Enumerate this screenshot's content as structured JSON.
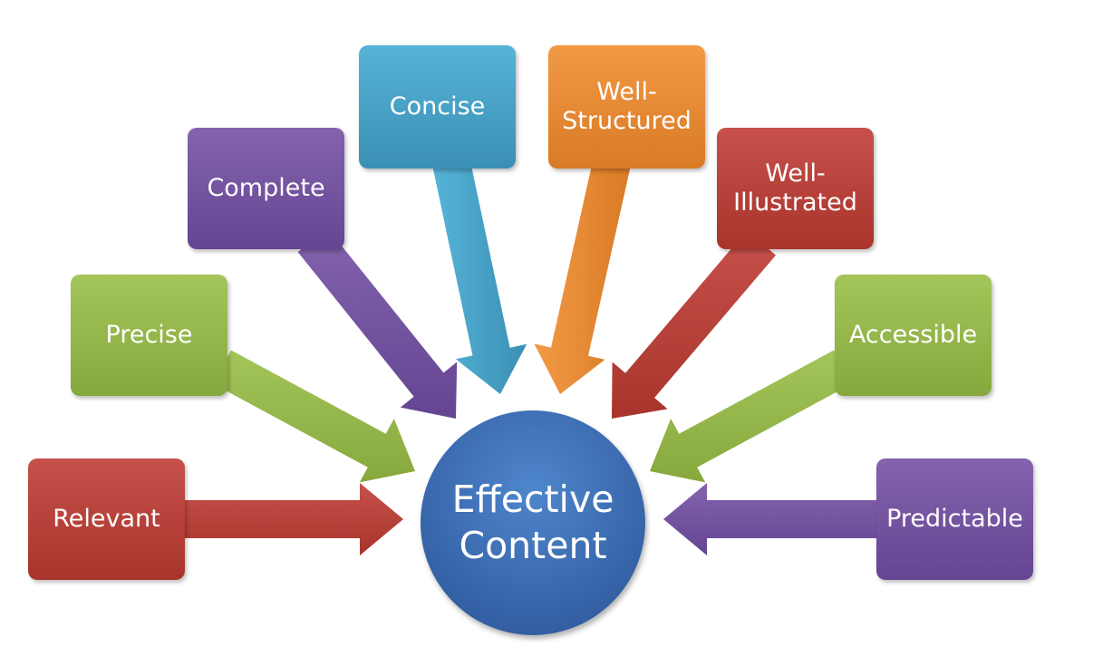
{
  "center": {
    "line1": "Effective",
    "line2": "Content",
    "color": "#3a6cb4"
  },
  "attributes": [
    {
      "id": "relevant",
      "lines": [
        "Relevant"
      ],
      "color": "#b9433b"
    },
    {
      "id": "precise",
      "lines": [
        "Precise"
      ],
      "color": "#96b64a"
    },
    {
      "id": "complete",
      "lines": [
        "Complete"
      ],
      "color": "#74539f"
    },
    {
      "id": "concise",
      "lines": [
        "Concise"
      ],
      "color": "#48a2c6"
    },
    {
      "id": "well-structured",
      "lines": [
        "Well-",
        "Structured"
      ],
      "color": "#e88a35"
    },
    {
      "id": "well-illustrated",
      "lines": [
        "Well-",
        "Illustrated"
      ],
      "color": "#b9433b"
    },
    {
      "id": "accessible",
      "lines": [
        "Accessible"
      ],
      "color": "#96b64a"
    },
    {
      "id": "predictable",
      "lines": [
        "Predictable"
      ],
      "color": "#74539f"
    }
  ]
}
